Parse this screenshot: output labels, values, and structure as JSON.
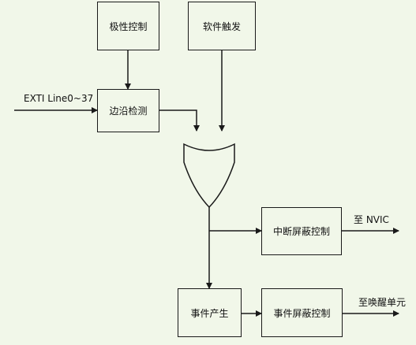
{
  "colors": {
    "background": "#f1f7e9",
    "stroke": "#1a1a1a"
  },
  "blocks": {
    "polarity": "极性控制",
    "software_trigger": "软件触发",
    "edge_detect": "边沿检测",
    "interrupt_mask": "中断屏蔽控制",
    "event_generate": "事件产生",
    "event_mask": "事件屏蔽控制"
  },
  "labels": {
    "input": "EXTI Line0~37",
    "to_nvic": "至 NVIC",
    "to_wakeup": "至唤醒单元"
  }
}
